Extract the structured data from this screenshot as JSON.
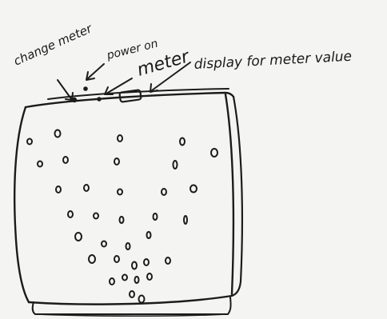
{
  "labels": {
    "change_meter": "change meter",
    "power_on": "power on",
    "meter": "meter",
    "display": "display for meter value"
  },
  "colors": {
    "paper": "#f4f4f2",
    "ink": "#1c1c1c"
  }
}
